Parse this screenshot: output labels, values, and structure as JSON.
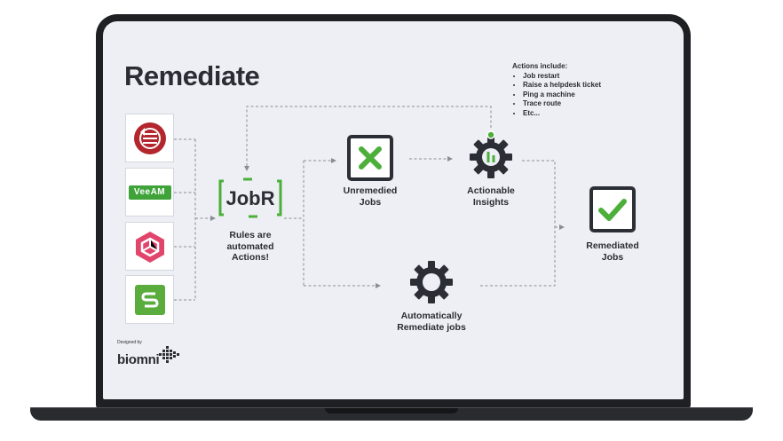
{
  "title": "Remediate",
  "actions": {
    "heading": "Actions include:",
    "items": [
      "Job restart",
      "Raise a helpdesk ticket",
      "Ping a machine",
      "Trace route",
      "Etc..."
    ]
  },
  "sources": {
    "veeam_text": "VeeAM"
  },
  "jobr": {
    "logo_text": "JobR",
    "label": [
      "Rules are",
      "automated",
      "Actions!"
    ]
  },
  "nodes": {
    "unremedied": [
      "Unremedied",
      "Jobs"
    ],
    "actionable": [
      "Actionable",
      "Insights"
    ],
    "remediated": [
      "Remediated",
      "Jobs"
    ],
    "automatic": [
      "Automatically",
      "Remediate jobs"
    ]
  },
  "branding": {
    "designed_by": "Designed by",
    "company": "biomni"
  },
  "colors": {
    "green": "#4caf3a",
    "dark": "#2b2e34",
    "red": "#b3262d",
    "pink": "#e2456b",
    "veeam_green": "#3fa33a",
    "dash": "#8a8d93"
  }
}
